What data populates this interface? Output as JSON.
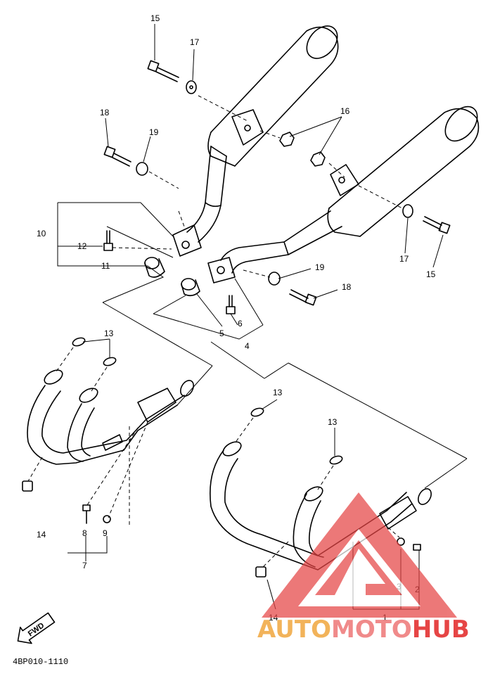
{
  "diagram_code": "4BP010-1110",
  "direction_label": "FWD",
  "watermark": {
    "prefix": "AUTO",
    "middle": "MOTO",
    "suffix": "HUB",
    "color_prefix": "#f2b35a",
    "color_middle": "#f08a8a",
    "color_suffix": "#e64545",
    "logo_color": "#e64545"
  },
  "callouts": {
    "c15a": "15",
    "c17a": "17",
    "c18a": "18",
    "c19a": "19",
    "c16": "16",
    "c10": "10",
    "c12": "12",
    "c11": "11",
    "c17b": "17",
    "c15b": "15",
    "c19b": "19",
    "c18b": "18",
    "c5": "5",
    "c6": "6",
    "c4": "4",
    "c13a": "13",
    "c14a": "14",
    "c8": "8",
    "c9": "9",
    "c7": "7",
    "c13b": "13",
    "c13c": "13",
    "c14b": "14",
    "c3": "3",
    "c2": "2",
    "c1": "1"
  }
}
